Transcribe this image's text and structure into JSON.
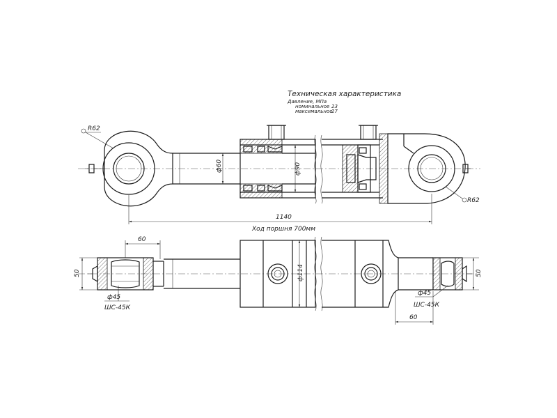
{
  "tech": {
    "title": "Техническая характеристика",
    "pressure": "Давление, МПа",
    "nominal_label": "номинальное",
    "nominal_value": "23",
    "max_label": "максимальное",
    "max_value": "27"
  },
  "top": {
    "radius_left": "R62",
    "radius_right": "R62",
    "rod_dia": "ф60",
    "bore_dia": "ф90",
    "length": "1140",
    "stroke": "Ход поршня 700мм"
  },
  "bottom": {
    "width_left": "50",
    "width_right": "50",
    "offset_left": "60",
    "offset_right": "60",
    "body_dia": "ф114",
    "pin_left": "ф45",
    "pin_right": "ф45",
    "bearing_left": "ШС-45К",
    "bearing_right": "ШС-45К"
  }
}
